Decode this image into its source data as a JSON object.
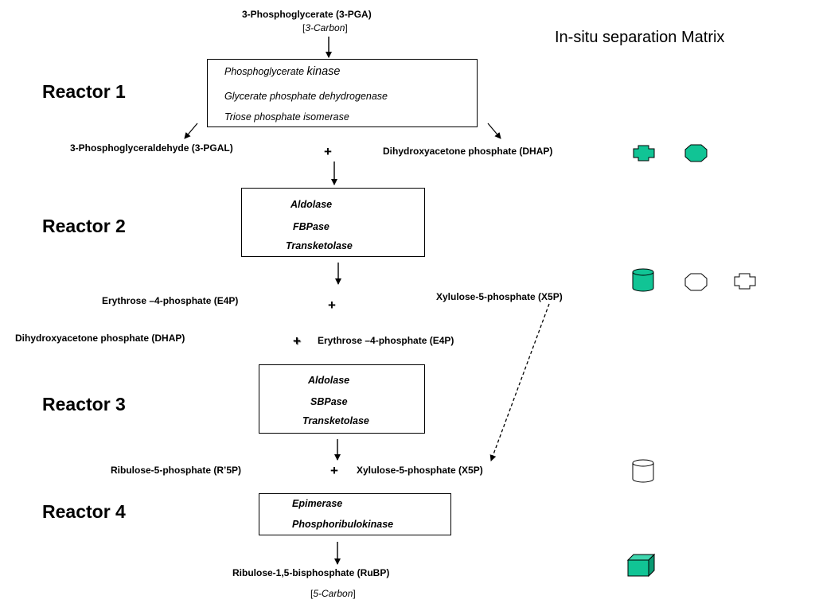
{
  "start": {
    "name": "3-Phosphoglycerate (3-PGA)",
    "carbon_prefix": "[",
    "carbon": "3-Carbon",
    "carbon_suffix": "]"
  },
  "matrix_title": "In-situ separation Matrix",
  "reactors": [
    {
      "label": "Reactor 1",
      "enzymes": [
        "Phosphoglycerate ",
        "kinase",
        "Glycerate phosphate dehydrogenase",
        "Triose phosphate isomerase"
      ]
    },
    {
      "label": "Reactor 2",
      "enzymes": [
        "Aldolase",
        "FBPase",
        "Transketolase"
      ]
    },
    {
      "label": "Reactor 3",
      "enzymes": [
        "Aldolase",
        "SBPase",
        "Transketolase"
      ]
    },
    {
      "label": "Reactor 4",
      "enzymes": [
        "Epimerase",
        "Phosphoribulokinase"
      ]
    }
  ],
  "molecules": {
    "pgal": "3-Phosphoglyceraldehyde (3-PGAL)",
    "dhap_right": "Dihydroxyacetone phosphate (DHAP)",
    "e4p_left": "Erythrose –4-phosphate (E4P)",
    "x5p_right": "Xylulose-5-phosphate (X5P)",
    "dhap_left": "Dihydroxyacetone phosphate (DHAP)",
    "e4p_mid": "Erythrose –4-phosphate (E4P)",
    "r5p": "Ribulose-5-phosphate (R’5P)",
    "x5p_mid": "Xylulose-5-phosphate (X5P)",
    "rubp": "Ribulose-1,5-bisphosphate (RuBP)"
  },
  "end_carbon": {
    "prefix": "[",
    "carbon": "5-Carbon",
    "suffix": "]"
  },
  "plus": "+",
  "colors": {
    "fill": "#11c495",
    "stroke": "#000000",
    "open": "#ffffff"
  },
  "symbols": [
    "teal-cross-icon",
    "teal-octagon-icon",
    "teal-cylinder-icon",
    "white-octagon-icon",
    "white-cross-icon",
    "white-cylinder-icon",
    "teal-cube-icon"
  ]
}
